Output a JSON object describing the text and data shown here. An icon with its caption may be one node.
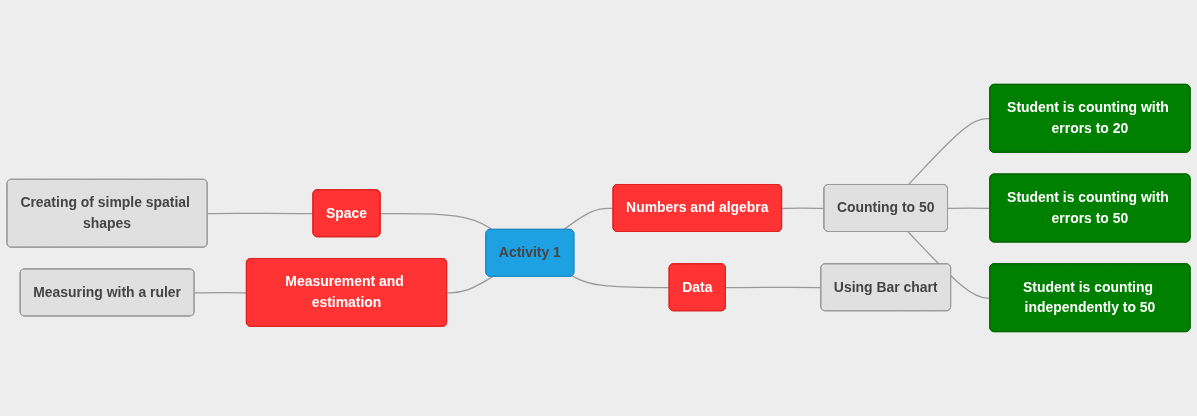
{
  "diagram": {
    "nodes": [
      {
        "text": [
          "Activity 1"
        ]
      },
      {
        "text": [
          "Space"
        ]
      },
      {
        "text": [
          "Creating of simple spatial shapes"
        ]
      },
      {
        "text": [
          "Measurement and estimation"
        ]
      },
      {
        "text": [
          "Measuring with a ruler"
        ]
      },
      {
        "text": [
          "Numbers and algebra"
        ]
      },
      {
        "text": [
          "Counting to 50"
        ]
      },
      {
        "text": [
          "Student is counting with errors to 20"
        ]
      },
      {
        "text": [
          "Student is counting with errors to 50"
        ]
      },
      {
        "text": [
          "Student is counting independently to 50"
        ]
      },
      {
        "text": [
          "Data"
        ]
      },
      {
        "text": [
          "Using Bar chart"
        ]
      }
    ],
    "edges": [
      {
        "from": 2,
        "to": 1,
        "arrow": "none"
      },
      {
        "from": 1,
        "to": 0,
        "arrow": "none"
      },
      {
        "from": 4,
        "to": 3,
        "arrow": "none"
      },
      {
        "from": 3,
        "to": 0,
        "arrow": "none"
      },
      {
        "from": 0,
        "to": 5,
        "arrow": "none"
      },
      {
        "from": 5,
        "to": 6,
        "arrow": "none"
      },
      {
        "from": 6,
        "to": 7,
        "arrow": "none"
      },
      {
        "from": 6,
        "to": 8,
        "arrow": "none"
      },
      {
        "from": 6,
        "to": 9,
        "arrow": "none"
      },
      {
        "from": 0,
        "to": 10,
        "arrow": "none"
      },
      {
        "from": 10,
        "to": 11,
        "arrow": "none"
      }
    ]
  }
}
